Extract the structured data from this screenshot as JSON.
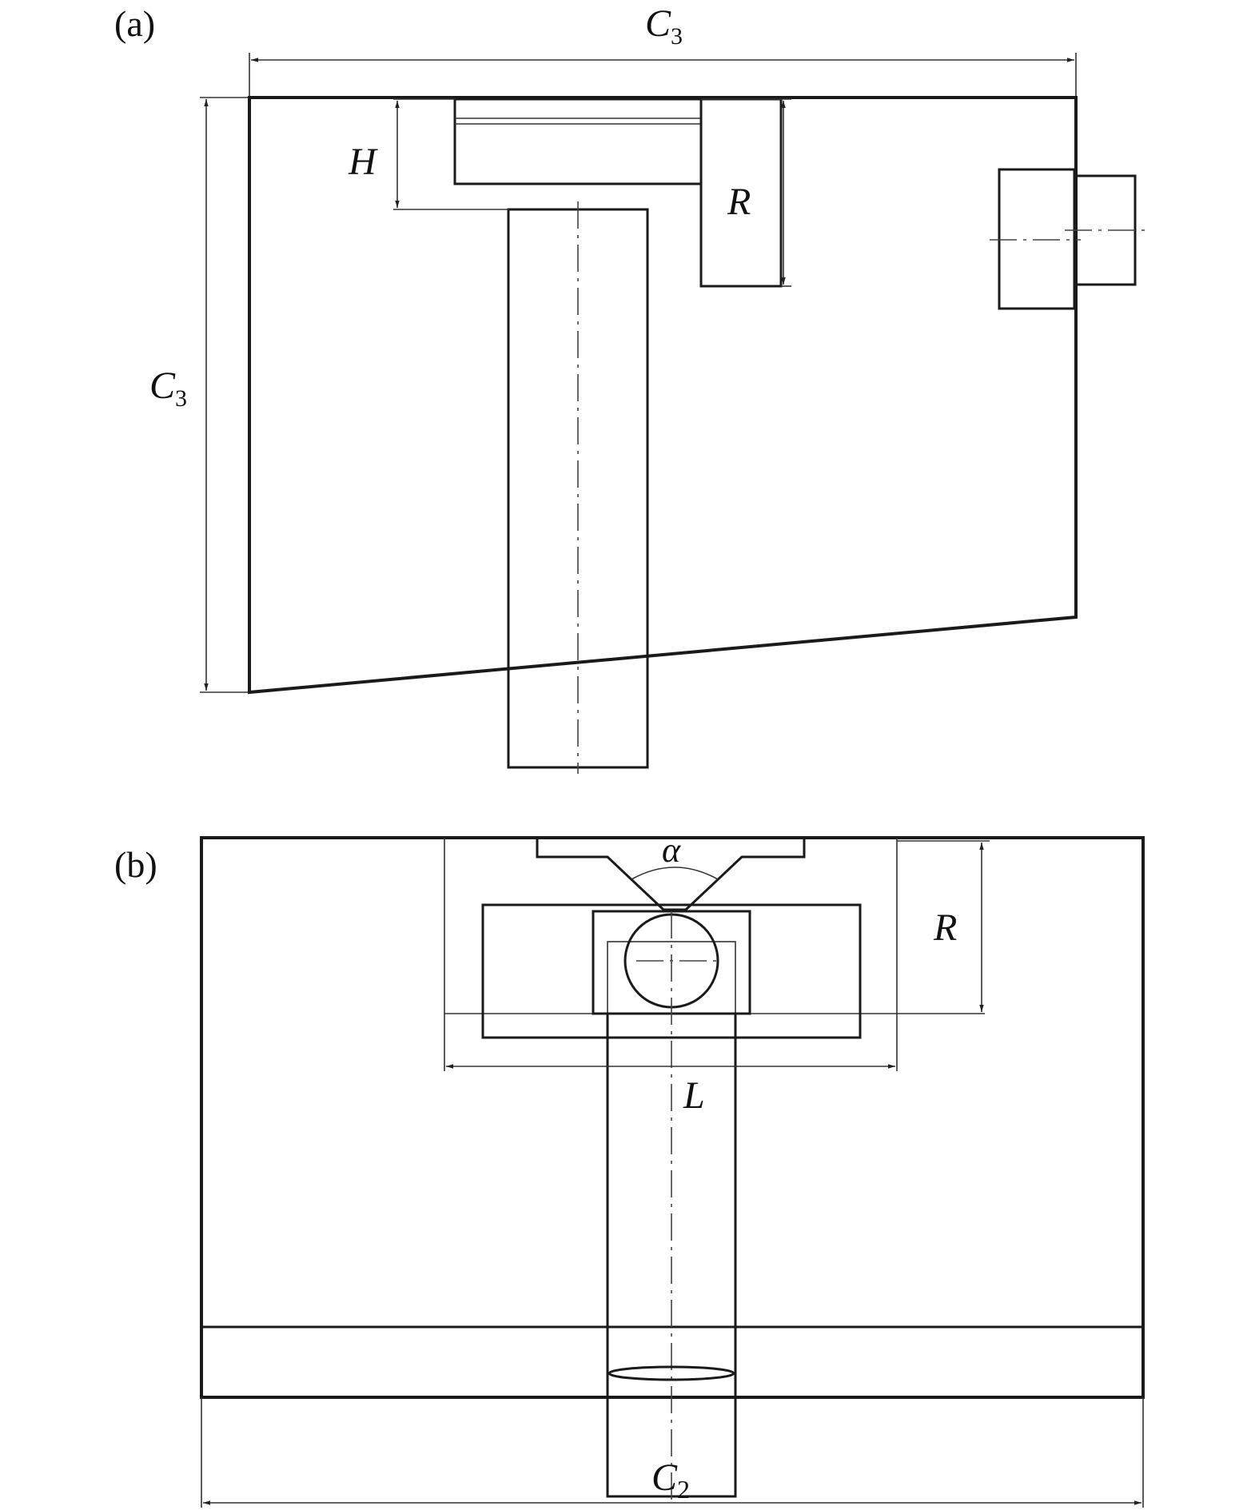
{
  "figure": {
    "panel_a": {
      "panel_label": "(a)",
      "dim_width_main": "C",
      "dim_width_sub": "3",
      "dim_height_main": "C",
      "dim_height_sub": "3",
      "dim_H": "H",
      "dim_R": "R"
    },
    "panel_b": {
      "panel_label": "(b)",
      "dim_alpha": "α",
      "dim_R": "R",
      "dim_L": "L",
      "dim_width_main": "C",
      "dim_width_sub": "2"
    }
  }
}
